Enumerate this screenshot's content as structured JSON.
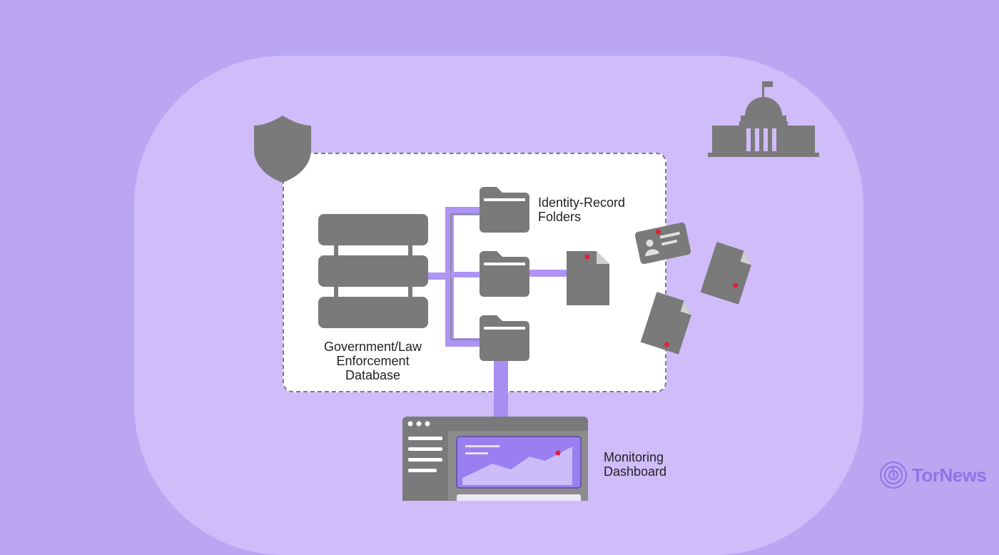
{
  "labels": {
    "database_line1": "Government/Law",
    "database_line2": "Enforcement",
    "database_line3": "Database",
    "folders_line1": "Identity-Record",
    "folders_line2": "Folders",
    "dashboard_line1": "Monitoring",
    "dashboard_line2": "Dashboard"
  },
  "brand": {
    "name": "TorNews",
    "color": "#8f74e6"
  },
  "icons": [
    "shield-icon",
    "government-building-icon",
    "server-icon",
    "folder-icon",
    "document-icon",
    "id-card-icon",
    "dashboard-icon",
    "tornews-logo-icon"
  ],
  "colors": {
    "background": "#bba6f2",
    "panel": "#cfbcf9",
    "icon_gray": "#7a7a7a",
    "connector": "#ad94f5",
    "alert_dot": "#e01e37"
  }
}
